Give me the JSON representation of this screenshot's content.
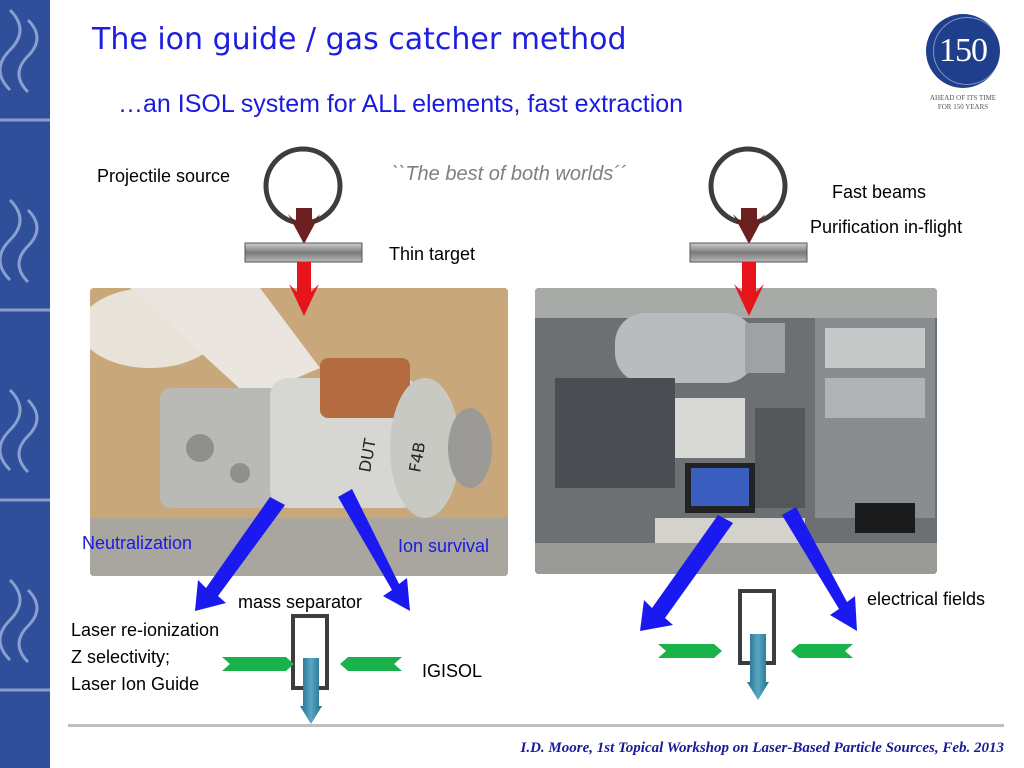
{
  "slide": {
    "title": "The ion guide / gas catcher method",
    "subtitle": "…an ISOL system for ALL elements, fast extraction",
    "quote": "``The best of both worlds´´",
    "footer": "I.D. Moore, 1st Topical Workshop on Laser-Based Particle Sources, Feb. 2013"
  },
  "logo": {
    "number": "150",
    "tagline_1": "AHEAD OF ITS TIME",
    "tagline_2": "FOR 150 YEARS"
  },
  "left_diagram": {
    "projectile_source": "Projectile source",
    "thin_target": "Thin target",
    "neutralization": "Neutralization",
    "ion_survival": "Ion survival",
    "mass_separator": "mass separator",
    "laser_reionization": "Laser re-ionization",
    "z_selectivity": "Z selectivity;",
    "laser_ion_guide": "Laser Ion Guide",
    "igisol": "IGISOL"
  },
  "right_diagram": {
    "fast_beams": "Fast beams",
    "purification": "Purification in-flight",
    "electrical_fields": "electrical fields"
  },
  "colors": {
    "title_blue": "#1e1ee0",
    "side_band": "#2f4f9a",
    "beam_red": "#e8141c",
    "projectile_brown": "#6b1f1f",
    "arrow_blue": "#1a1af0",
    "laser_green": "#19b24a",
    "extract_teal": "#2e7fa0"
  }
}
